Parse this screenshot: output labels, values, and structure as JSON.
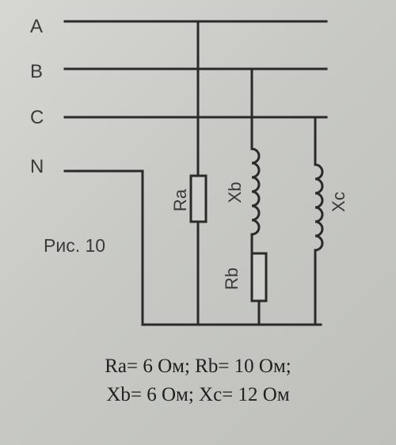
{
  "diagram": {
    "bus_labels": {
      "a": "A",
      "b": "B",
      "c": "C",
      "n": "N"
    },
    "component_labels": {
      "ra": "Ra",
      "xb": "Xb",
      "rb": "Rb",
      "xc": "Xc"
    },
    "figure_label": "Рис. 10"
  },
  "caption": {
    "line1": "Ra= 6 Ом; Rb= 10 Ом;",
    "line2": "Xb= 6 Ом; Xc= 12 Ом"
  }
}
